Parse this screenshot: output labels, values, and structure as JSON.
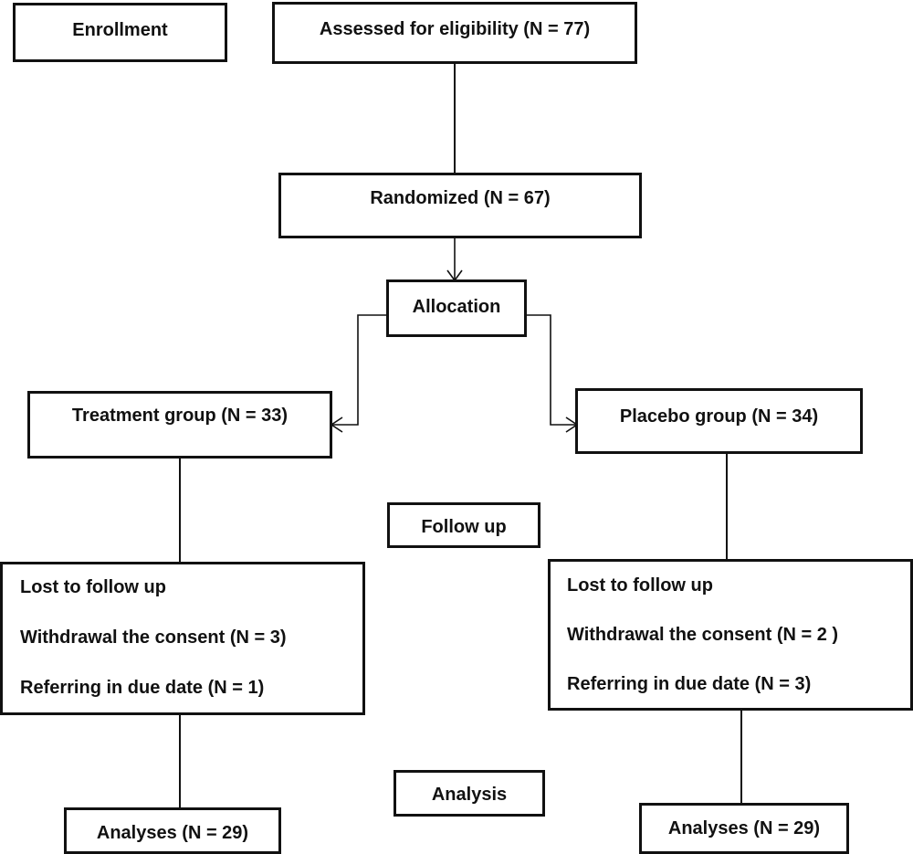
{
  "enrollment": {
    "label": "Enrollment"
  },
  "assessed": {
    "label": "Assessed for eligibility (N = 77)"
  },
  "randomized": {
    "label": "Randomized (N = 67)"
  },
  "allocation": {
    "label": "Allocation"
  },
  "treatment": {
    "label": "Treatment group (N = 33)"
  },
  "placebo": {
    "label": "Placebo group (N = 34)"
  },
  "follow_up": {
    "label": "Follow up"
  },
  "treatment_lost": {
    "title": "Lost to follow up",
    "withdrawal": "Withdrawal the consent (N = 3)",
    "referring": "Referring in due date (N = 1)"
  },
  "placebo_lost": {
    "title": "Lost to follow up",
    "withdrawal": "Withdrawal the consent (N = 2 )",
    "referring": "Referring in due date (N = 3)"
  },
  "analysis": {
    "label": "Analysis"
  },
  "treatment_analyses": {
    "label": "Analyses (N = 29)"
  },
  "placebo_analyses": {
    "label": "Analyses (N = 29)"
  }
}
